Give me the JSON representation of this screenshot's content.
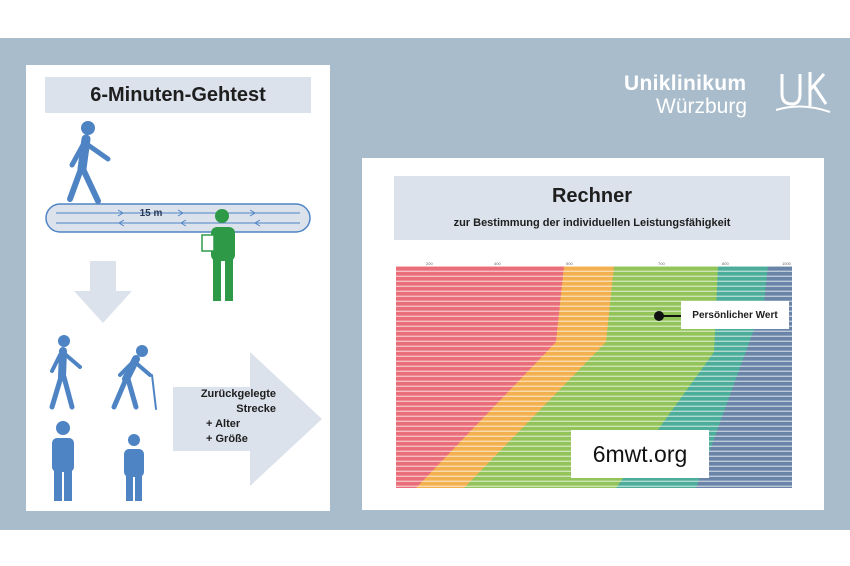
{
  "logo": {
    "line1": "Uniklinikum",
    "line2": "Würzburg",
    "mark_icon": "uk-logo-icon"
  },
  "left_panel": {
    "title": "6-Minuten-Gehtest",
    "track_label": "15 m",
    "info": {
      "distance": "Zurückgelegte Strecke",
      "item1": "+   Alter",
      "item2": "+   Größe"
    }
  },
  "right_panel": {
    "title": "Rechner",
    "subtitle": "zur Bestimmung der individuellen Leistungsfähigkeit",
    "legend_label": "Persönlicher Wert",
    "url": "6mwt.org"
  },
  "colors": {
    "banner": "#a9bccb",
    "red": "#ea6e79",
    "orange": "#f3b04f",
    "green": "#93c45a",
    "teal": "#4cae9a",
    "slate": "#6a84a8",
    "figure_blue": "#4f84c4",
    "figure_green": "#2e9a48"
  },
  "chart_data": {
    "type": "area",
    "top_tick_labels": [
      "200",
      "400",
      "500",
      "700",
      "800",
      "1000"
    ],
    "bands": [
      "red",
      "orange",
      "green",
      "teal",
      "slate"
    ]
  }
}
